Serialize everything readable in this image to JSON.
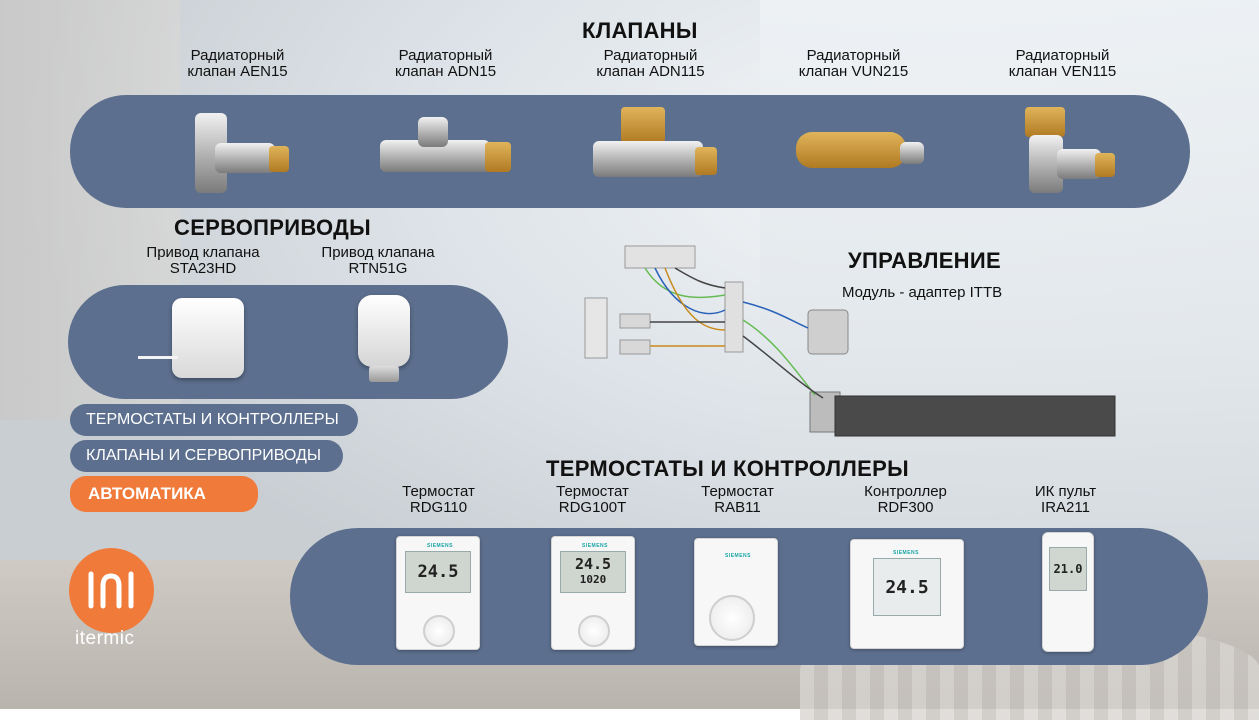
{
  "valves": {
    "title": "КЛАПАНЫ",
    "items": [
      {
        "line1": "Радиаторный",
        "line2": "клапан AEN15"
      },
      {
        "line1": "Радиаторный",
        "line2": "клапан ADN15"
      },
      {
        "line1": "Радиаторный",
        "line2": "клапан ADN115"
      },
      {
        "line1": "Радиаторный",
        "line2": "клапан VUN215"
      },
      {
        "line1": "Радиаторный",
        "line2": "клапан VEN115"
      }
    ]
  },
  "actuators": {
    "title": "СЕРВОПРИВОДЫ",
    "items": [
      {
        "line1": "Привод клапана",
        "line2": "STA23HD"
      },
      {
        "line1": "Привод клапана",
        "line2": "RTN51G"
      }
    ]
  },
  "control": {
    "title": "УПРАВЛЕНИЕ",
    "subtitle": "Модуль - адаптер ITTB"
  },
  "thermostats": {
    "title": "ТЕРМОСТАТЫ И КОНТРОЛЛЕРЫ",
    "items": [
      {
        "line1": "Термостат",
        "line2": "RDG110",
        "display": "24.5"
      },
      {
        "line1": "Термостат",
        "line2": "RDG100T",
        "display": "24.5",
        "display2": "1020"
      },
      {
        "line1": "Термостат",
        "line2": "RAB11"
      },
      {
        "line1": "Контроллер",
        "line2": "RDF300",
        "display": "24.5"
      },
      {
        "line1": "ИК пульт",
        "line2": "IRA211",
        "display": "21.0"
      }
    ],
    "brand": "SIEMENS"
  },
  "nav": {
    "items": [
      {
        "label": "ТЕРМОСТАТЫ И КОНТРОЛЛЕРЫ",
        "active": false
      },
      {
        "label": "КЛАПАНЫ И СЕРВОПРИВОДЫ",
        "active": false
      },
      {
        "label": "АВТОМАТИКА",
        "active": true
      }
    ]
  },
  "logo": {
    "text": "itermic"
  },
  "colors": {
    "panel": "#5c6f8e",
    "accent": "#f07a3a",
    "nav": "#5c6f8e"
  }
}
